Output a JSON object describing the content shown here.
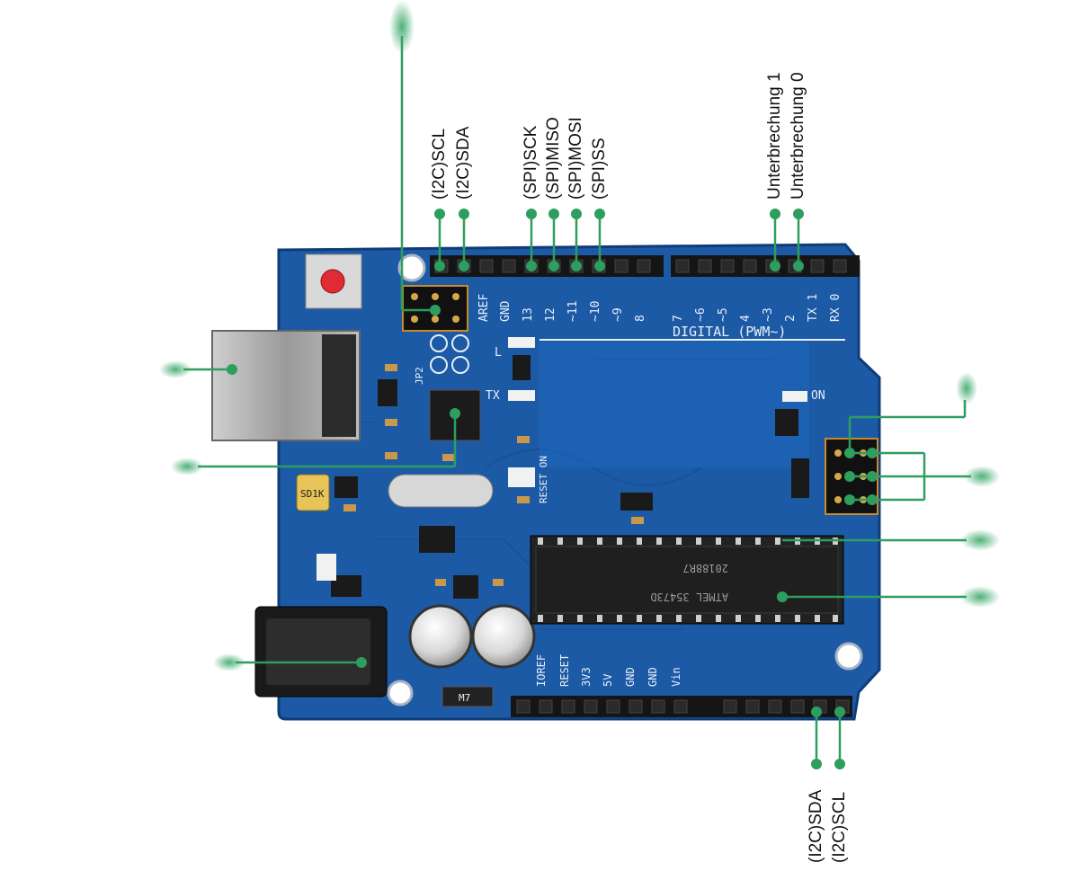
{
  "callouts": {
    "top_left_i2c": [
      "(I2C)SCL",
      "(I2C)SDA"
    ],
    "top_spi": [
      "(SPI)SCK",
      "(SPI)MISO",
      "(SPI)MOSI",
      "(SPI)SS"
    ],
    "top_interrupts": [
      "Unterbrechung 1",
      "Unterbrechung 0"
    ],
    "bottom_i2c": [
      "(I2C)SDA",
      "(I2C)SCL"
    ]
  },
  "board": {
    "header_top_labels": [
      "AREF",
      "GND",
      "13",
      "12",
      "~11",
      "~10",
      "~9",
      "8",
      "7",
      "~6",
      "~5",
      "4",
      "~3",
      "2",
      "TX 1",
      "RX 0"
    ],
    "digital_label": "DIGITAL (PWM~)",
    "tx_led_label": "TX",
    "l_led_label": "L",
    "on_led_label": "ON",
    "jp2_label": "JP2",
    "reset_on_label": "RESET ON",
    "inductor_label": "SD1K",
    "diode_label": "M7",
    "chip_label_1": "20188R7",
    "chip_label_2": "ATMEL 35473D",
    "power_labels": [
      "IOREF",
      "RESET",
      "3V3",
      "5V",
      "GND",
      "GND",
      "Vin"
    ]
  },
  "colors": {
    "accent_green": "#2e9e5e",
    "pcb_blue": "#1c5aa6",
    "pcb_dark": "#134282"
  }
}
